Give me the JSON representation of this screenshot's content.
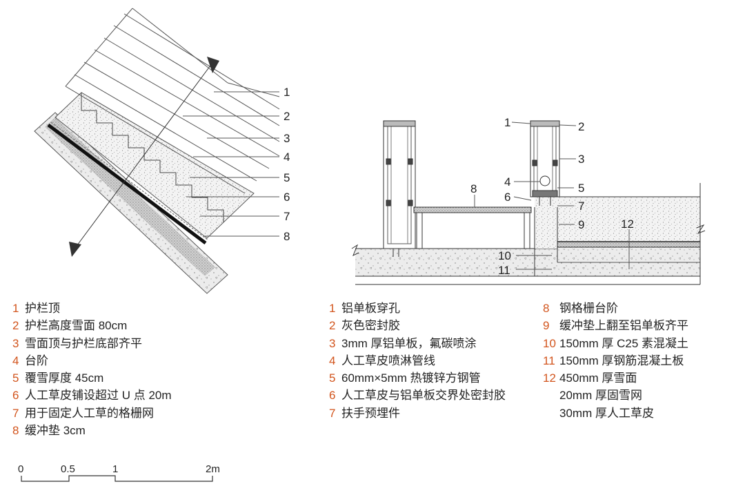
{
  "left_callouts": [
    "1",
    "2",
    "3",
    "4",
    "5",
    "6",
    "7",
    "8"
  ],
  "right_callouts": [
    "1",
    "2",
    "3",
    "4",
    "5",
    "6",
    "7",
    "8",
    "9",
    "10",
    "11",
    "12"
  ],
  "legend_left": [
    {
      "n": "1",
      "text": "护栏顶"
    },
    {
      "n": "2",
      "text": "护栏高度雪面 80cm"
    },
    {
      "n": "3",
      "text": "雪面顶与护栏底部齐平"
    },
    {
      "n": "4",
      "text": "台阶"
    },
    {
      "n": "5",
      "text": "覆雪厚度 45cm"
    },
    {
      "n": "6",
      "text": "人工草皮铺设超过 U 点 20m"
    },
    {
      "n": "7",
      "text": "用于固定人工草的格栅网"
    },
    {
      "n": "8",
      "text": "缓冲垫 3cm"
    }
  ],
  "legend_mid": [
    {
      "n": "1",
      "text": "铝单板穿孔"
    },
    {
      "n": "2",
      "text": "灰色密封胶"
    },
    {
      "n": "3",
      "text": "3mm 厚铝单板，氟碳喷涂"
    },
    {
      "n": "4",
      "text": "人工草皮喷淋管线"
    },
    {
      "n": "5",
      "text": "60mm×5mm 热镀锌方钢管"
    },
    {
      "n": "6",
      "text": "人工草皮与铝单板交界处密封胶"
    },
    {
      "n": "7",
      "text": "扶手预埋件"
    }
  ],
  "legend_right": [
    {
      "n": "8",
      "text": "钢格栅台阶"
    },
    {
      "n": "9",
      "text": "缓冲垫上翻至铝单板齐平"
    },
    {
      "n": "10",
      "text": "150mm 厚 C25 素混凝土"
    },
    {
      "n": "11",
      "text": "150mm 厚钢筋混凝土板"
    },
    {
      "n": "12",
      "text": "450mm 厚雪面"
    },
    {
      "n": "",
      "text": "20mm 厚固雪网"
    },
    {
      "n": "",
      "text": "30mm 厚人工草皮"
    }
  ],
  "scale_bar": {
    "labels": [
      "0",
      "0.5",
      "1",
      "2m"
    ]
  },
  "colors": {
    "accent": "#d2541c",
    "line": "#333333"
  }
}
